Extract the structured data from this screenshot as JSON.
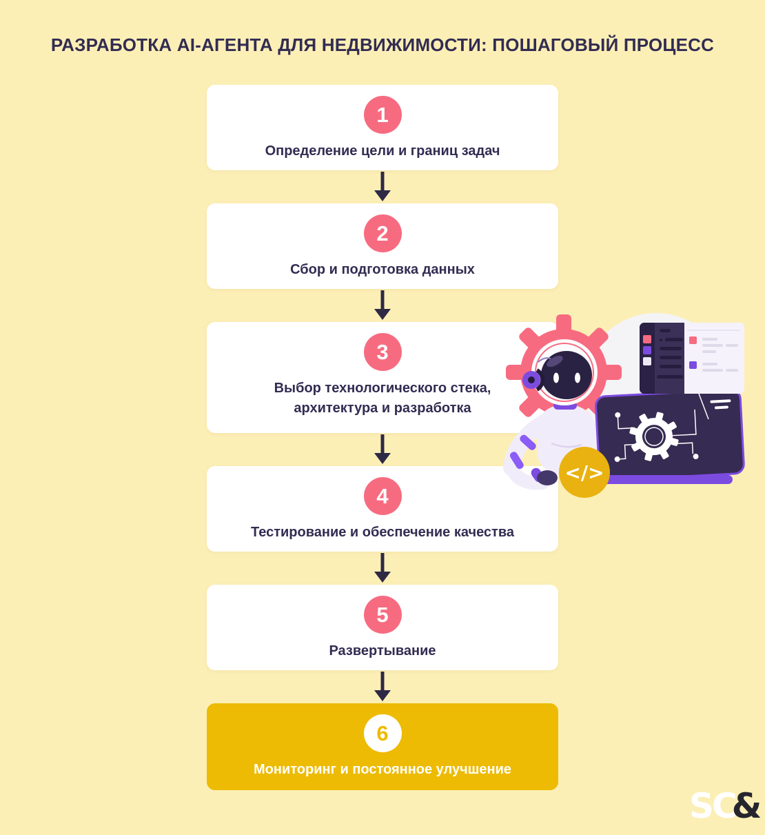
{
  "title": "РАЗРАБОТКА AI-АГЕНТА ДЛЯ НЕДВИЖИМОСТИ: ПОШАГОВЫЙ ПРОЦЕСС",
  "steps": [
    {
      "number": "1",
      "lines": [
        "Определение цели и границ задач"
      ]
    },
    {
      "number": "2",
      "lines": [
        "Сбор и подготовка данных"
      ]
    },
    {
      "number": "3",
      "lines": [
        "Выбор технологического стека,",
        "архитектура и разработка"
      ]
    },
    {
      "number": "4",
      "lines": [
        "Тестирование и обеспечение качества"
      ]
    },
    {
      "number": "5",
      "lines": [
        "Развертывание"
      ]
    },
    {
      "number": "6",
      "lines": [
        "Мониторинг и постоянное улучшение"
      ]
    }
  ],
  "logo": {
    "sc": "SC",
    "amp": "&"
  },
  "illustration": {
    "code_badge": "</>",
    "icons": [
      "robot-icon",
      "gear-icon",
      "laptop-icon",
      "code-editor-window-icon",
      "code-badge-icon"
    ]
  },
  "colors": {
    "background": "#FCEFB6",
    "card": "#FFFFFF",
    "accent_pink": "#F76B80",
    "accent_gold": "#EDBB03",
    "text_dark": "#322C52",
    "arrow": "#2E2945",
    "purple": "#7C4BE0",
    "screen_dark": "#362B52"
  }
}
